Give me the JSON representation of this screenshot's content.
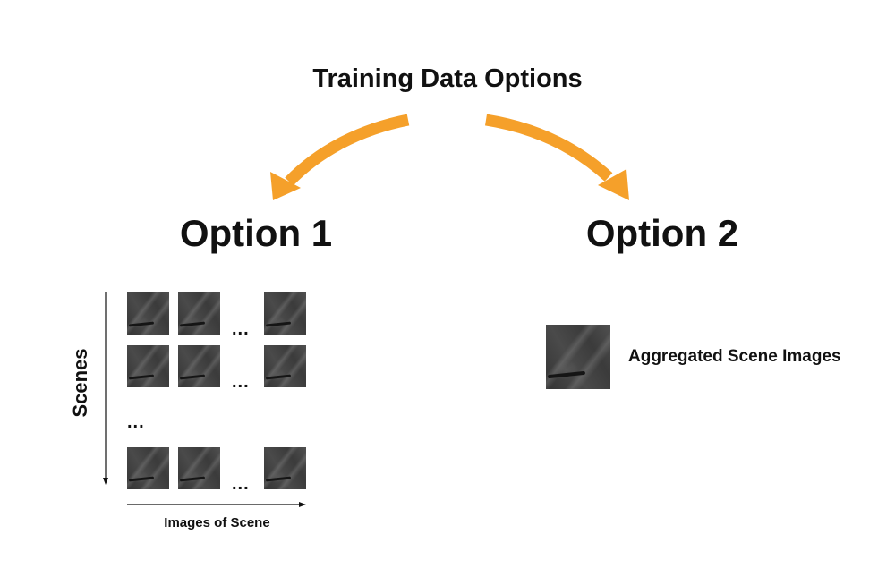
{
  "title": "Training Data Options",
  "option1": {
    "label": "Option 1",
    "row_ellipsis": "...",
    "scene_ellipsis": "...",
    "x_axis_label": "Images of Scene",
    "y_axis_label": "Scenes"
  },
  "option2": {
    "label": "Option 2",
    "image_label": "Aggregated Scene Images"
  },
  "colors": {
    "arrow": "#F5A02A",
    "text": "#111111",
    "tile": "#404040"
  }
}
